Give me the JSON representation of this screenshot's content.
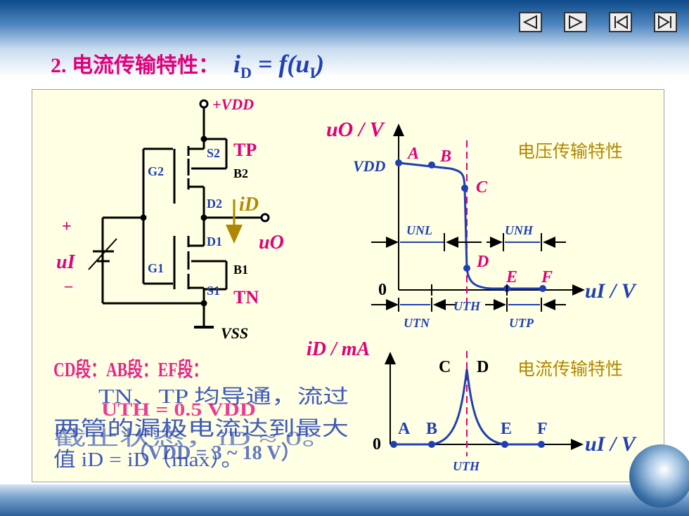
{
  "nav": {
    "buttons": [
      "prev",
      "next",
      "first",
      "last"
    ]
  },
  "title": {
    "text": "2. 电流传输特性：",
    "formula": "iD = f(uI)"
  },
  "circuit": {
    "vdd": "+VDD",
    "vss": "VSS",
    "tp": "TP",
    "tn": "TN",
    "s2": "S2",
    "b2": "B2",
    "d2": "D2",
    "g2": "G2",
    "d1": "D1",
    "b1": "B1",
    "s1": "S1",
    "g1": "G1",
    "id": "iD",
    "uo": "uO",
    "ui": "uI",
    "plus": "+",
    "minus": "–"
  },
  "voltage_chart": {
    "title": "电压传输特性",
    "ylabel": "uO / V",
    "xlabel": "uI / V",
    "vdd": "VDD",
    "origin": "0",
    "points": [
      "A",
      "B",
      "C",
      "D",
      "E",
      "F"
    ],
    "unl": "UNL",
    "unh": "UNH",
    "utn": "UTN",
    "uth": "UTH",
    "utp": "UTP"
  },
  "current_chart": {
    "title": "电流传输特性",
    "ylabel": "iD / mA",
    "xlabel": "uI / V",
    "origin": "0",
    "points": [
      "A",
      "B",
      "C",
      "D",
      "E",
      "F"
    ],
    "uth": "UTH"
  },
  "overlay_text": {
    "red_header": "CD段：AB段：EF段：",
    "blue_line1": "TN、TP 均导通，流过",
    "red_line2": "UTH = 0.5 VDD",
    "blue_line3": "两管的漏极电流达到最大",
    "blue_line3b": "截止状态，iD ≈ 0。",
    "blue_line4": "值  iD = iD（max）。",
    "blue_line4b": "（VDD = 3 ~ 18 V）"
  },
  "colors": {
    "blue": "#1f3fb5",
    "magenta": "#e0007a",
    "gold": "#b08800",
    "panel": "#ffffe3"
  }
}
